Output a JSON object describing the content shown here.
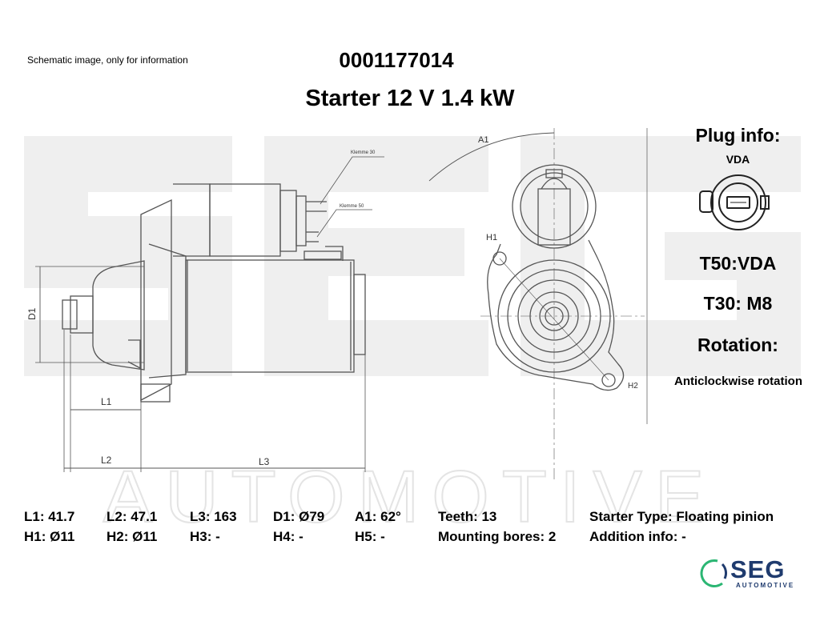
{
  "header": {
    "note": "Schematic image, only for information",
    "part_number": "0001177014",
    "title": "Starter 12 V 1.4 kW"
  },
  "plug": {
    "title": "Plug info:",
    "type": "VDA"
  },
  "terminals": {
    "t50": "T50:VDA",
    "t30": "T30: M8"
  },
  "rotation": {
    "title": "Rotation:",
    "value": "Anticlockwise rotation"
  },
  "drawing_labels": {
    "d1": "D1",
    "l1": "L1",
    "l2": "L2",
    "l3": "L3",
    "a1": "A1",
    "h1": "H1",
    "h2": "H2",
    "klemme30": "Klemme 30",
    "klemme50": "Klemme 50"
  },
  "specs": {
    "row1": [
      "L1: 41.7",
      "L2: 47.1",
      "L3: 163",
      "D1: Ø79",
      "A1: 62°",
      "Teeth: 13",
      "Starter Type:  Floating pinion"
    ],
    "row2": [
      "H1: Ø11",
      "H2: Ø11",
      "H3: -",
      "H4: -",
      "H5: -",
      "Mounting bores: 2",
      "Addition info: -"
    ]
  },
  "logo": {
    "name": "SEG",
    "sub": "AUTOMOTIVE",
    "color": "#1f3b6e",
    "accent": "#2bb673"
  },
  "watermark": {
    "word": "AUTOMOTIVE",
    "color": "#eeeeee"
  }
}
